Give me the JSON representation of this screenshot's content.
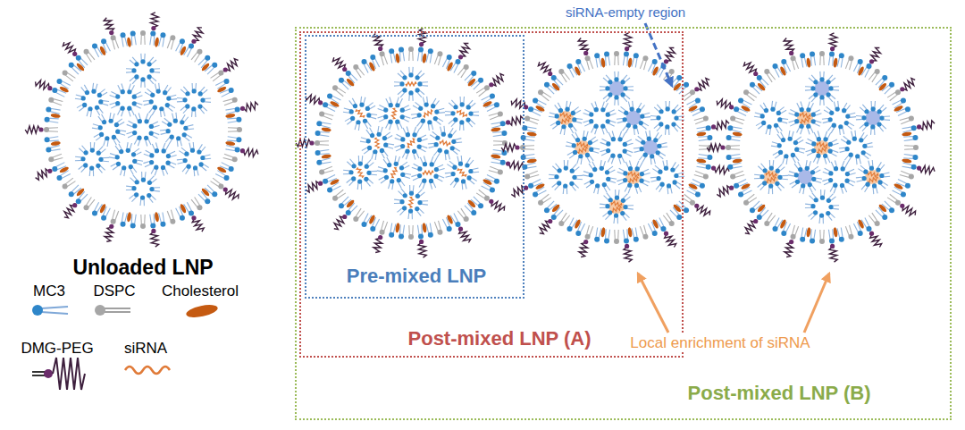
{
  "diagram": {
    "nodes": [
      {
        "text": [
          "Post-mixed LNP (B)"
        ]
      },
      {
        "text": [
          "Post-mixed LNP (A)"
        ],
        "in": 0
      },
      {
        "text": [
          "Pre-mixed LNP"
        ],
        "in": 1
      }
    ],
    "labels": [
      "Unloaded LNP",
      "siRNA-empty region",
      "Local enrichment of siRNA"
    ],
    "legend": [
      {
        "text": "MC3"
      },
      {
        "text": "DSPC"
      },
      {
        "text": "Cholesterol"
      },
      {
        "text": "DMG-PEG"
      },
      {
        "text": "siRNA"
      }
    ]
  }
}
